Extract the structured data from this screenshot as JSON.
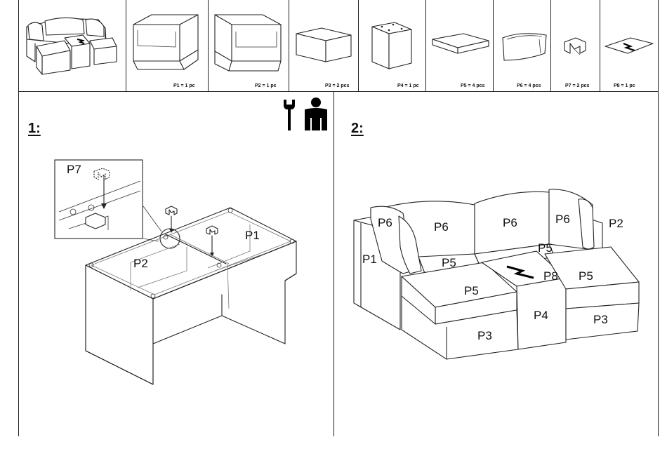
{
  "parts": [
    {
      "caption": "",
      "icon": "sofa-assembled-overview"
    },
    {
      "caption": "P1 = 1 pc",
      "icon": "corner-seat-left-frame"
    },
    {
      "caption": "P2 = 1 pc",
      "icon": "corner-seat-right-frame"
    },
    {
      "caption": "P3 = 2 pcs",
      "icon": "ottoman-frame"
    },
    {
      "caption": "P4 = 1 pc",
      "icon": "side-table-frame"
    },
    {
      "caption": "P5 = 4 pcs",
      "icon": "seat-cushion"
    },
    {
      "caption": "P6 = 4 pcs",
      "icon": "back-cushion"
    },
    {
      "caption": "P7 = 2 pcs",
      "icon": "connector-clip"
    },
    {
      "caption": "P8 = 1 pc",
      "icon": "table-top-glass"
    }
  ],
  "step1": {
    "number": "1:",
    "tools": [
      "wrench-icon",
      "person-icon"
    ],
    "detail_label": "P7",
    "labels": {
      "p1": "P1",
      "p2": "P2"
    }
  },
  "step2": {
    "number": "2:",
    "labels": {
      "p6a": "P6",
      "p6b": "P6",
      "p6c": "P6",
      "p6d": "P6",
      "p2": "P2",
      "p1": "P1",
      "p5a": "P5",
      "p5b": "P5",
      "p5c": "P5",
      "p5d": "P5",
      "p8": "P8",
      "p4": "P4",
      "p3a": "P3",
      "p3b": "P3"
    }
  }
}
